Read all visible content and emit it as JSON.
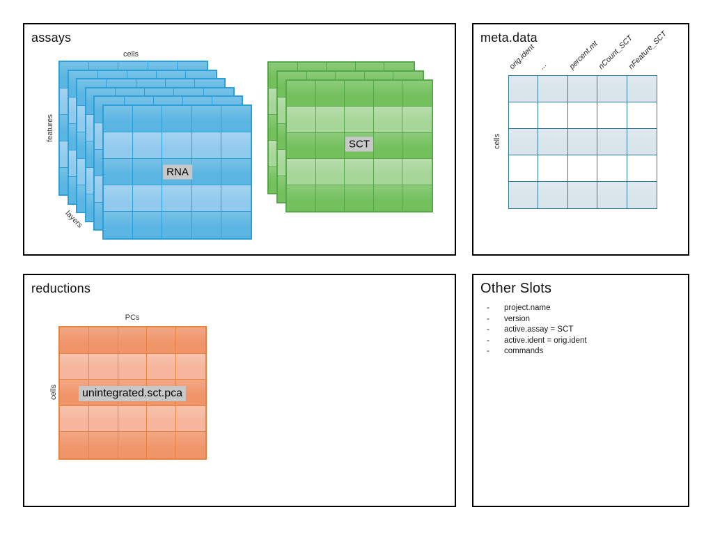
{
  "diagram": {
    "assays": {
      "title": "assays",
      "axes": {
        "top": "cells",
        "left": "features",
        "diagonal": "layers"
      },
      "stacks": [
        {
          "label": "RNA",
          "layers": 6,
          "rows": 5,
          "cols": 5,
          "color_scheme": "blue"
        },
        {
          "label": "SCT",
          "layers": 3,
          "rows": 5,
          "cols": 5,
          "color_scheme": "green"
        }
      ]
    },
    "meta_data": {
      "title": "meta.data",
      "axes": {
        "left": "cells"
      },
      "columns": [
        "orig.ident",
        "...",
        "percent.mt",
        "nCount_SCT",
        "nFeature_SCT"
      ],
      "rows": 5,
      "cols": 5
    },
    "reductions": {
      "title": "reductions",
      "axes": {
        "top": "PCs",
        "left": "cells"
      },
      "matrix": {
        "label": "unintegrated.sct.pca",
        "rows": 5,
        "cols": 5,
        "color_scheme": "orange"
      }
    },
    "other_slots": {
      "title": "Other Slots",
      "items": [
        "project.name",
        "version",
        "active.assay = SCT",
        "active.ident = orig.ident",
        "commands"
      ]
    }
  },
  "colors": {
    "blue": {
      "dark": "#5BB5E2",
      "light": "#92CAEE",
      "border": "#2B9FD8"
    },
    "green": {
      "dark": "#73C05D",
      "light": "#A7D699",
      "border": "#55A847"
    },
    "orange": {
      "dark": "#F0956A",
      "light": "#F6B59C",
      "border": "#E8823F"
    },
    "meta": {
      "dark": "#D9E4EB",
      "light": "#FFFFFF",
      "border": "#2E7796"
    },
    "chip_background": "#C8C8C8",
    "panel_border": "#000000"
  }
}
